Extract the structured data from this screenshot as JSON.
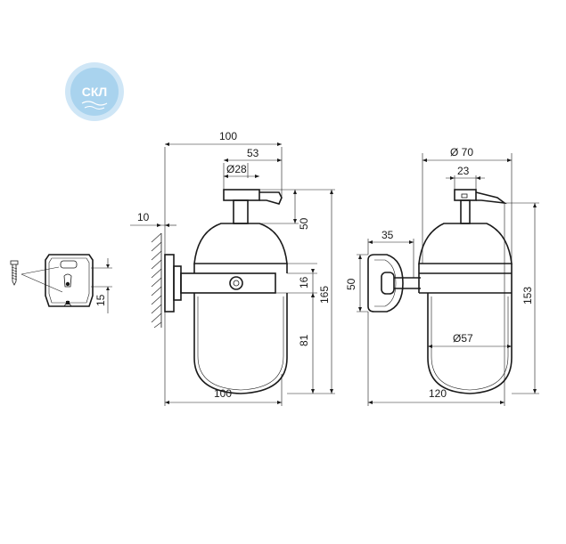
{
  "logo": {
    "text": "СКЛ",
    "color": "#a9d3ee"
  },
  "colors": {
    "line": "#1a1a1a",
    "background": "#ffffff"
  },
  "side_view": {
    "top_total_width": "100",
    "top_offset_width": "53",
    "pump_diameter": "Ø28",
    "wall_offset": "10",
    "pump_height": "50",
    "bracket_height": "16",
    "total_height": "165",
    "bottle_lower_height": "81",
    "bottom_width": "100"
  },
  "front_view": {
    "top_diameter": "Ø 70",
    "pump_width": "23",
    "flange_width": "35",
    "flange_height": "50",
    "total_height": "153",
    "bottle_diameter": "Ø57",
    "total_width": "120"
  },
  "mount_detail": {
    "screw_spacing": "15"
  }
}
